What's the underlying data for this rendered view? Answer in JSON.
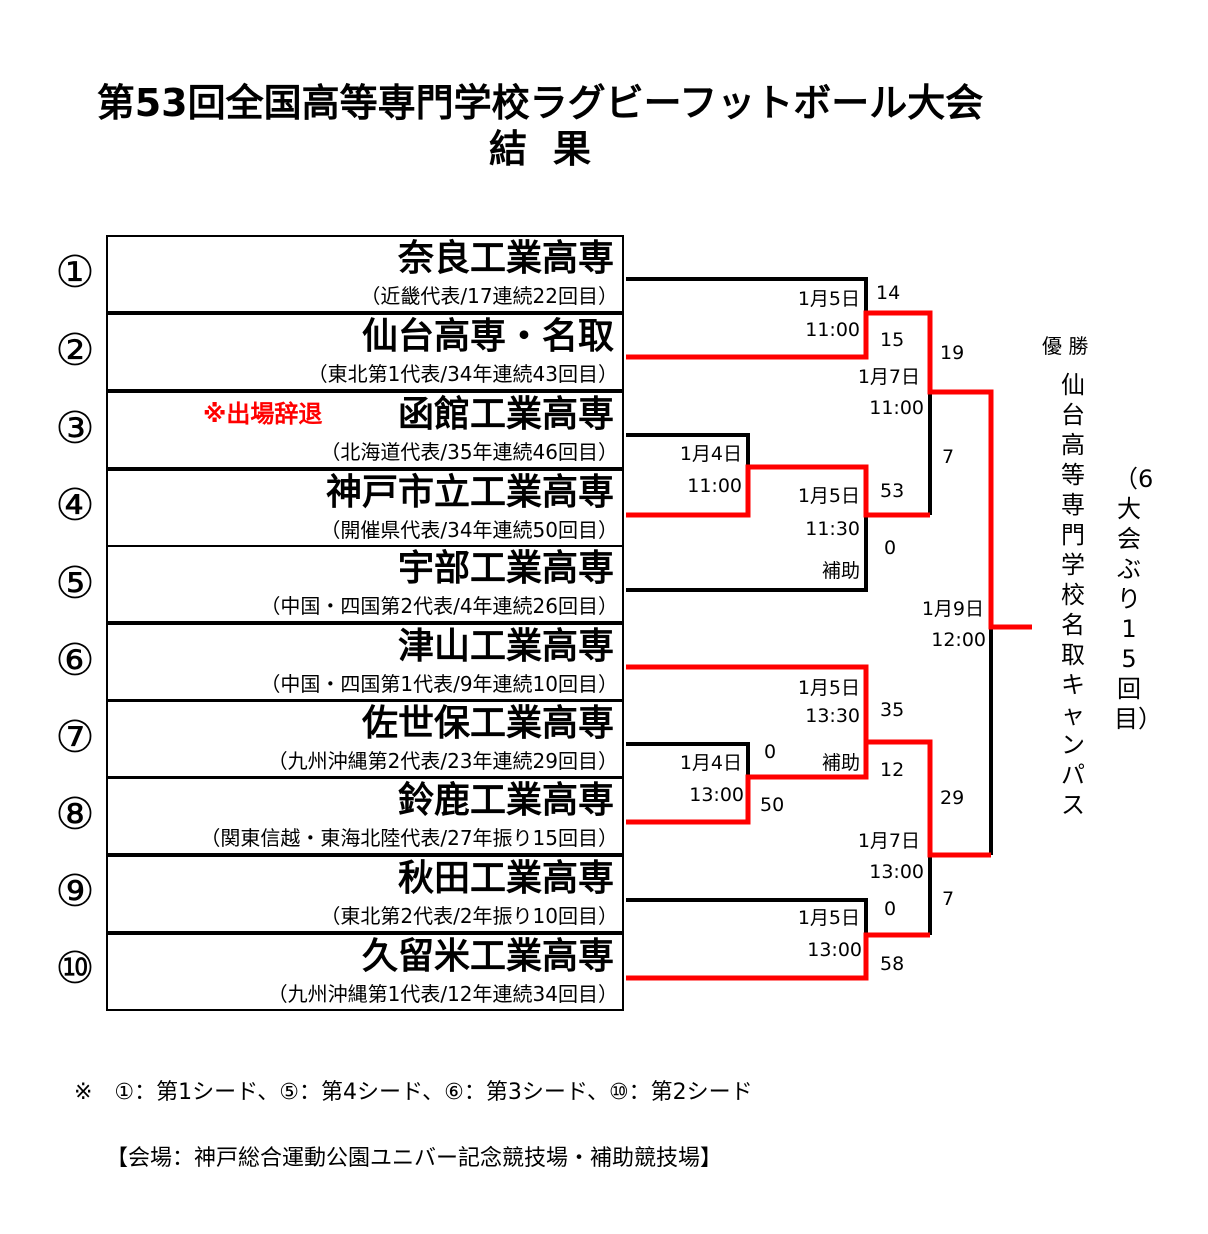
{
  "title": "第53回全国高等専門学校ラグビーフットボール大会",
  "subtitle": "結果",
  "teams": [
    {
      "seed": "①",
      "name": "奈良工業高専",
      "info": "（近畿代表/17連続22回目）"
    },
    {
      "seed": "②",
      "name": "仙台高専・名取",
      "info": "（東北第1代表/34年連続43回目）"
    },
    {
      "seed": "③",
      "name": "函館工業高専",
      "info": "（北海道代表/35年連続46回目）",
      "note": "※出場辞退"
    },
    {
      "seed": "④",
      "name": "神戸市立工業高専",
      "info": "（開催県代表/34年連続50回目）"
    },
    {
      "seed": "⑤",
      "name": "宇部工業高専",
      "info": "（中国・四国第2代表/4年連続26回目）"
    },
    {
      "seed": "⑥",
      "name": "津山工業高専",
      "info": "（中国・四国第1代表/9年連続10回目）"
    },
    {
      "seed": "⑦",
      "name": "佐世保工業高専",
      "info": "（九州沖縄第2代表/23年連続29回目）"
    },
    {
      "seed": "⑧",
      "name": "鈴鹿工業高専",
      "info": "（関東信越・東海北陸代表/27年振り15回目）"
    },
    {
      "seed": "⑨",
      "name": "秋田工業高専",
      "info": "（東北第2代表/2年振り10回目）"
    },
    {
      "seed": "⑩",
      "name": "久留米工業高専",
      "info": "（九州沖縄第1代表/12年連続34回目）"
    }
  ],
  "matches": {
    "r1a": {
      "date": "1月4日",
      "time": "11:00"
    },
    "r1b": {
      "date": "1月4日",
      "time": "13:00",
      "score_top": "0",
      "score_bottom": "50"
    },
    "qf1": {
      "date": "1月5日",
      "time": "11:00",
      "score_top": "14",
      "score_bottom": "15"
    },
    "qf2": {
      "date": "1月5日",
      "time": "11:30",
      "venue": "補助",
      "score_top": "53",
      "score_bottom": "0"
    },
    "qf3": {
      "date": "1月5日",
      "time": "13:30",
      "venue": "補助",
      "score_top": "35",
      "score_bottom": "12"
    },
    "qf4": {
      "date": "1月5日",
      "time": "13:00",
      "score_top": "0",
      "score_bottom": "58"
    },
    "sf1": {
      "date": "1月7日",
      "time": "11:00",
      "score_top": "19",
      "score_bottom": "7"
    },
    "sf2": {
      "date": "1月7日",
      "time": "13:00",
      "score_top": "29",
      "score_bottom": "7"
    },
    "final": {
      "date": "1月9日",
      "time": "12:00"
    }
  },
  "champion": {
    "label": "優 勝",
    "name": "仙台高等専門学校名取キャンパス",
    "note": "（6大会ぶり15回目）"
  },
  "footer": {
    "seeds": "※　①：第1シード、⑤：第4シード、⑥：第3シード、⑩：第2シード",
    "venue": "【会場：神戸総合運動公園ユニバー記念競技場・補助競技場】"
  },
  "colors": {
    "winner_line": "#ff0000",
    "line": "#000000",
    "note": "#ff0000"
  }
}
